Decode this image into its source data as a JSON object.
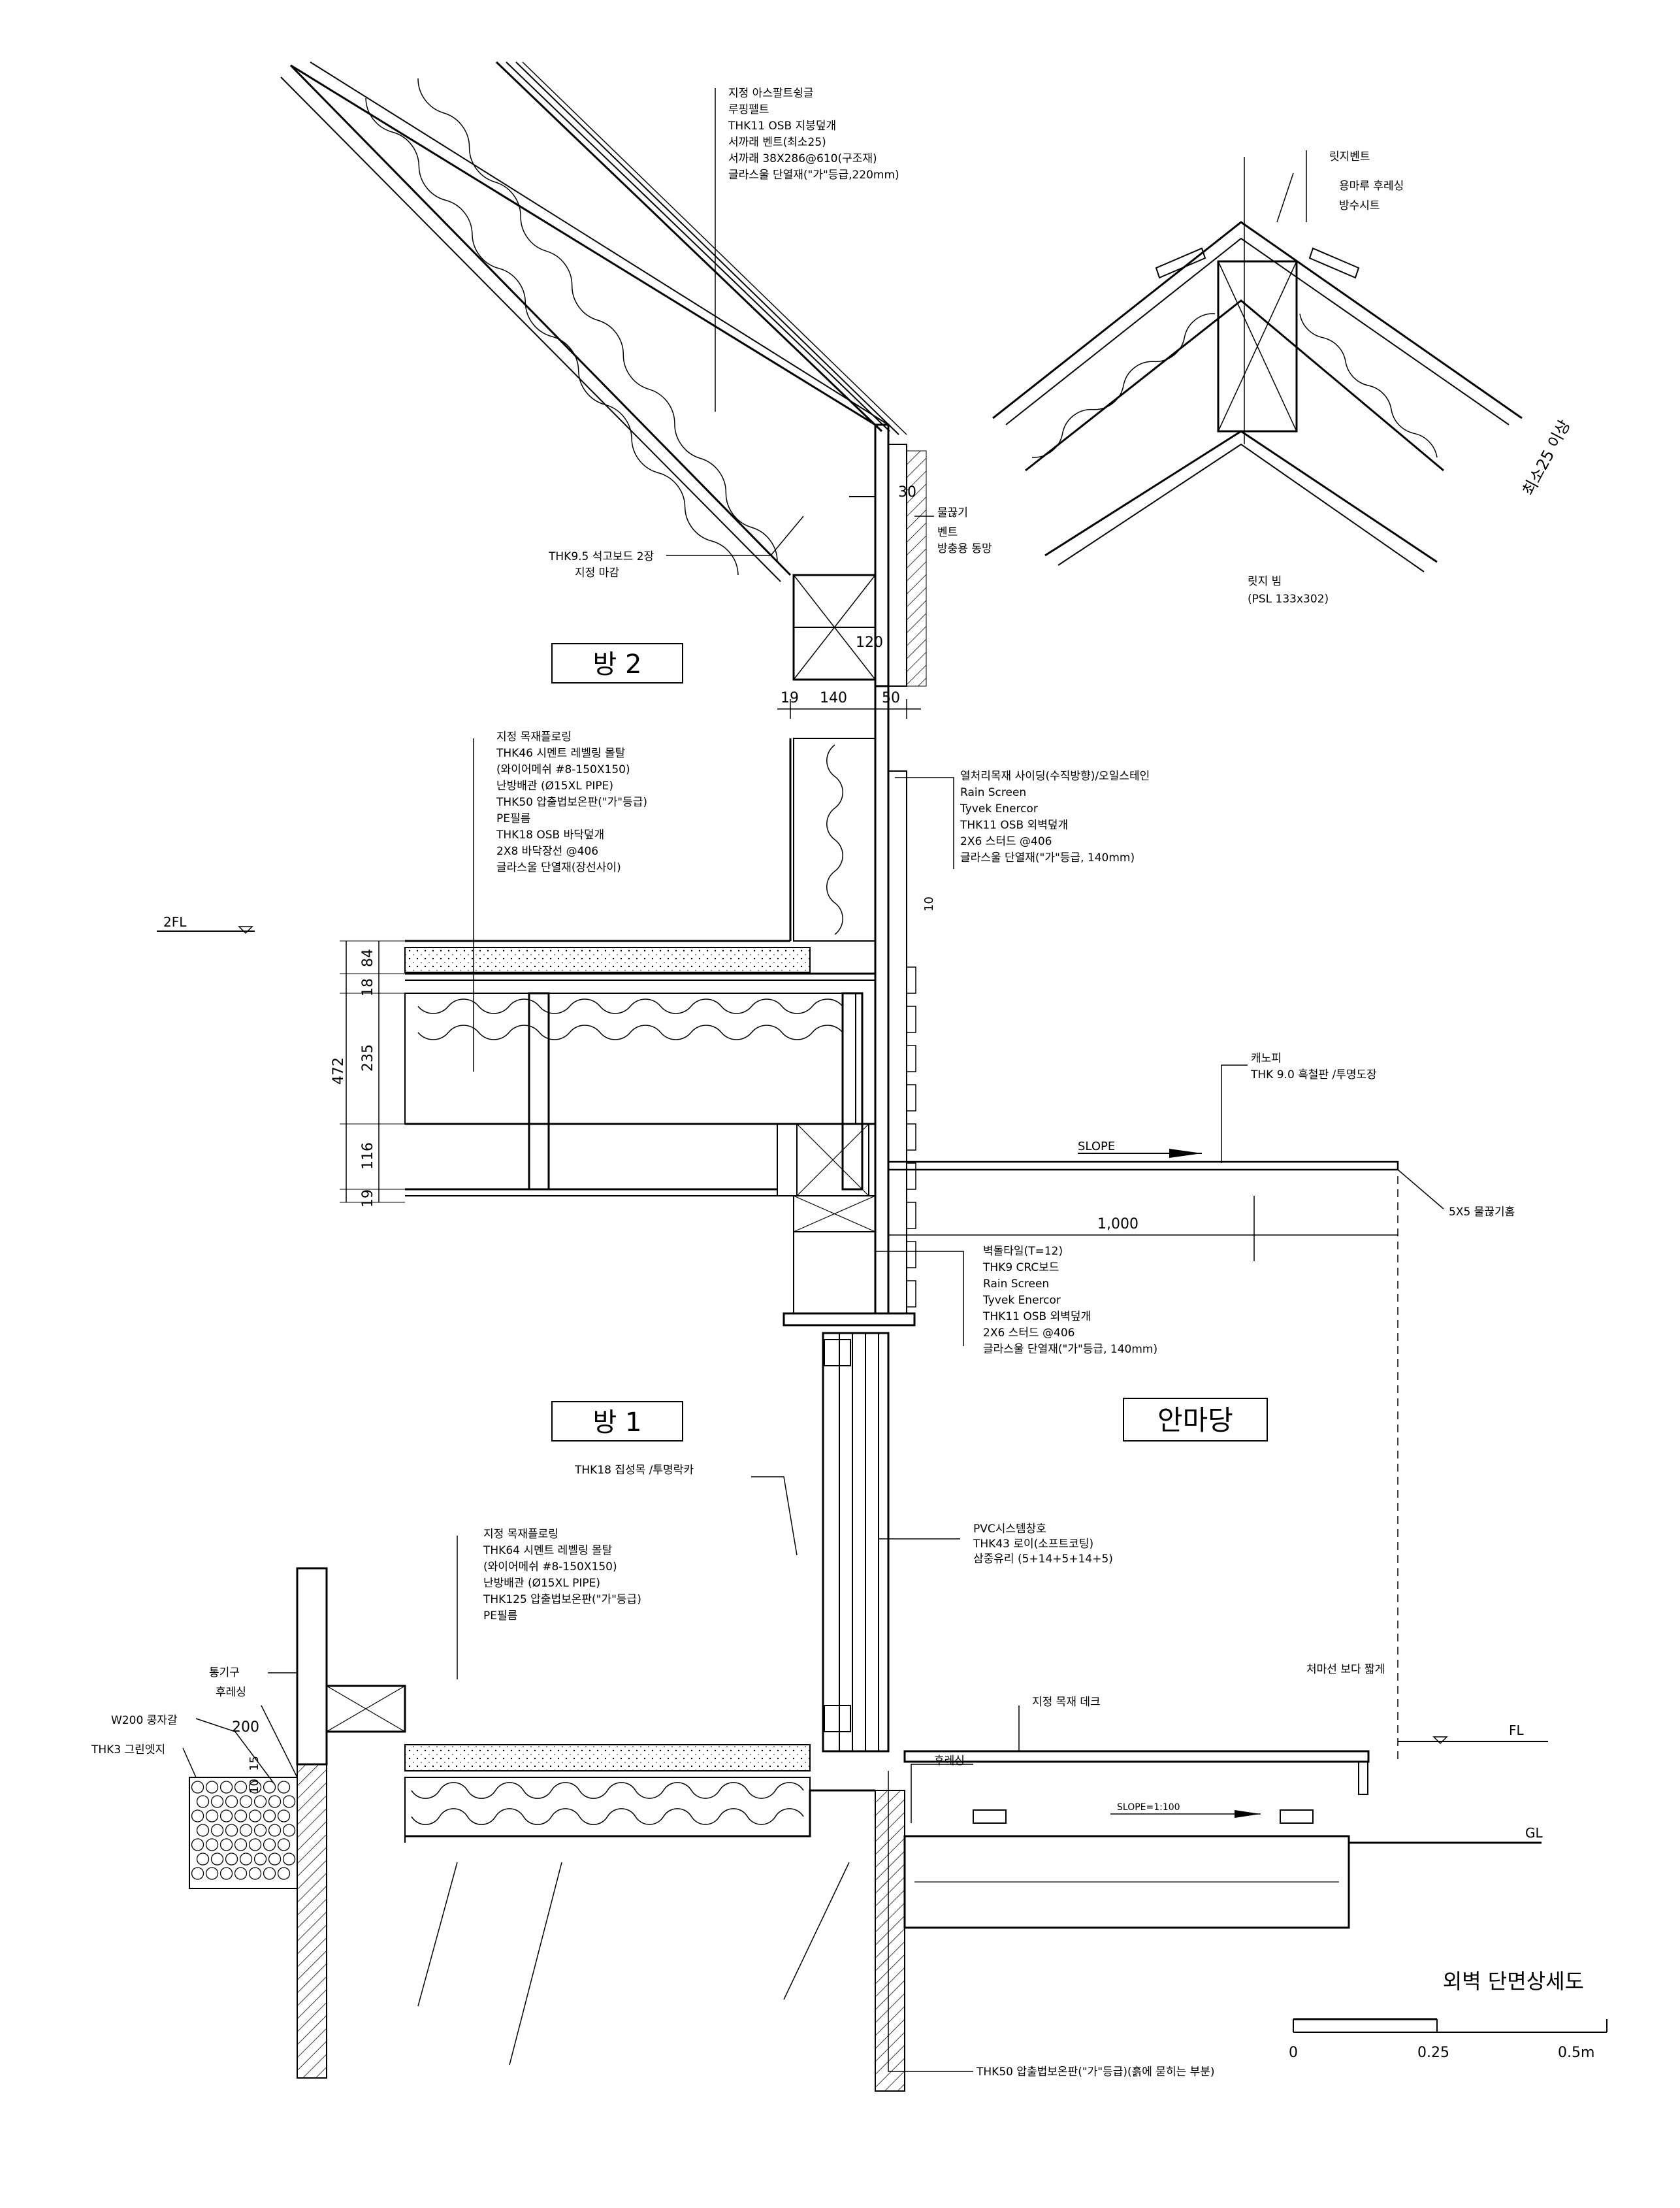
{
  "title": "외벽 단면상세도",
  "scale_bar": {
    "labels": [
      "0",
      "0.25",
      "0.5m"
    ]
  },
  "rooms": {
    "room2": "방 2",
    "room1": "방 1",
    "yard": "안마당"
  },
  "levels": {
    "level_2fl": "2FL",
    "level_fl": "FL",
    "level_gl": "GL"
  },
  "roof_notes": [
    "지정 아스팔트슁글",
    "루핑펠트",
    "THK11 OSB 지붕덮개",
    "서까래 벤트(최소25)",
    "서까래 38X286@610(구조재)",
    "글라스울 단열재(\"가\"등급,220mm)"
  ],
  "ceiling_notes": [
    "THK9.5 석고보드 2장",
    "지정 마감"
  ],
  "eave_notes": [
    "물끊기",
    "벤트",
    "방충용 동망"
  ],
  "ridge_notes": [
    "릿지벤트",
    "용마루 후레싱",
    "방수시트"
  ],
  "ridge_beam_notes": [
    "릿지 빔",
    "(PSL 133x302)"
  ],
  "ridge_dim": "최소25 이상",
  "dims_wall": {
    "d30": "30",
    "d120": "120",
    "d19": "19",
    "d140": "140",
    "d50": "50",
    "d10": "10"
  },
  "upper_wall_notes": [
    "열처리목재 사이딩(수직방향)/오일스테인",
    "Rain Screen",
    "Tyvek Enercor",
    "THK11 OSB 외벽덮개",
    "2X6 스터드 @406",
    "글라스울 단열재(\"가\"등급, 140mm)"
  ],
  "floor2_notes": [
    "지정 목재플로링",
    "THK46 시멘트 레벨링 몰탈",
    "(와이어메쉬 #8-150X150)",
    "난방배관 (Ø15XL PIPE)",
    "THK50 압출법보온판(\"가\"등급)",
    "PE필름",
    "THK18 OSB 바닥덮개",
    "2X8 바닥장선 @406",
    "글라스울 단열재(장선사이)"
  ],
  "floor_dims": {
    "total": "472",
    "d84": "84",
    "d18": "18",
    "d235": "235",
    "d116": "116",
    "d19": "19"
  },
  "canopy_notes": [
    "캐노피",
    "THK 9.0 흑철판 /투명도장"
  ],
  "canopy_slope": "SLOPE",
  "canopy_drip": "5X5 물끊기홈",
  "canopy_dim": "1,000",
  "lower_wall_notes": [
    "벽돌타일(T=12)",
    "THK9 CRC보드",
    "Rain Screen",
    "Tyvek Enercor",
    "THK11 OSB 외벽덮개",
    "2X6 스터드 @406",
    "글라스울 단열재(\"가\"등급, 140mm)"
  ],
  "window_notes": [
    "PVC시스템창호",
    "THK43 로이(소프트코팅)",
    "삼중유리 (5+14+5+14+5)"
  ],
  "sill_note": "THK18 집성목 /투명락카",
  "floor1_notes": [
    "지정 목재플로링",
    "THK64 시멘트 레벨링 몰탈",
    "(와이어메쉬 #8-150X150)",
    "난방배관 (Ø15XL PIPE)",
    "THK125 압출법보온판(\"가\"등급)",
    "PE필름"
  ],
  "left_notes": {
    "vent": "통기구",
    "flashing": "후레싱",
    "gravel": "W200 콩자갈",
    "green": "THK3 그린엣지",
    "d200": "200",
    "d10": "10",
    "d15": "15"
  },
  "deck_notes": {
    "deck": "지정 목재 데크",
    "flashing": "후레싱",
    "slope": "SLOPE=1:100",
    "eave": "처마선 보다 짧게"
  },
  "foundation_note": "THK50 압출법보온판(\"가\"등급)(흙에 묻히는 부분)"
}
